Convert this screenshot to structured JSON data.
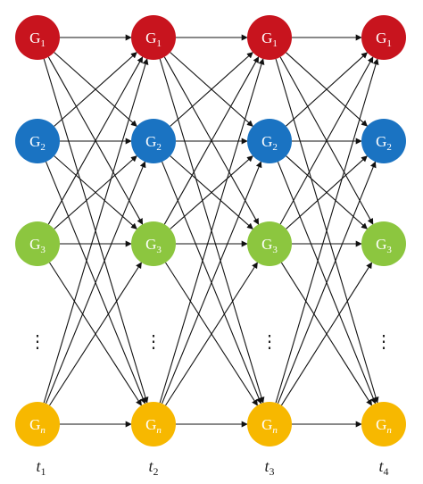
{
  "columns": [
    {
      "time_var": "t",
      "time_sub": "1"
    },
    {
      "time_var": "t",
      "time_sub": "2"
    },
    {
      "time_var": "t",
      "time_sub": "3"
    },
    {
      "time_var": "t",
      "time_sub": "4"
    }
  ],
  "rows": [
    {
      "letter": "G",
      "sub": "1",
      "color": "#c8141e"
    },
    {
      "letter": "G",
      "sub": "2",
      "color": "#1a73c2"
    },
    {
      "letter": "G",
      "sub": "3",
      "color": "#8cc63f"
    },
    {
      "letter": "G",
      "sub": "n",
      "color": "#f7b800"
    }
  ],
  "ellipsis": "⋮",
  "edge_color": "#111111"
}
